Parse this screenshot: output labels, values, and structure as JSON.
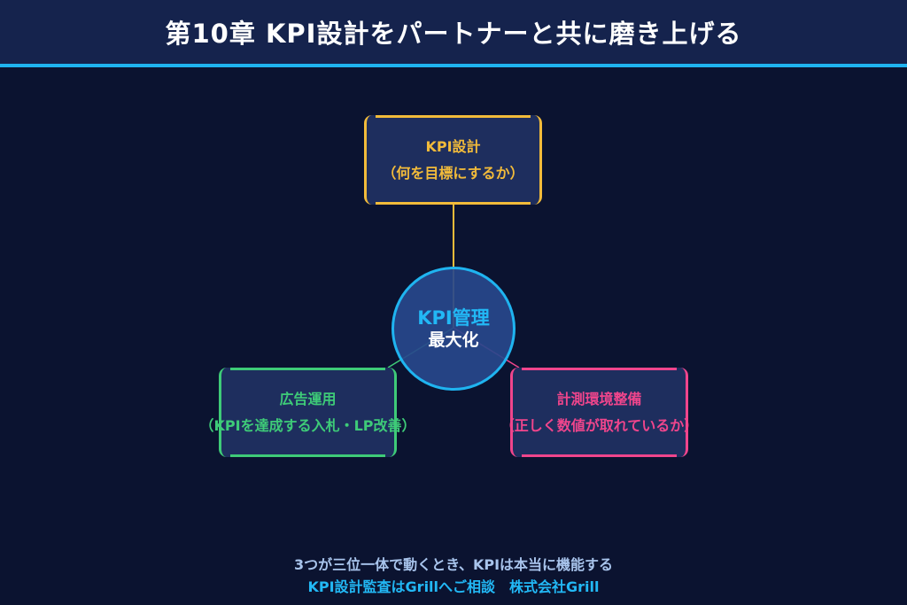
{
  "header": {
    "title": "第10章 KPI設計をパートナーと共に磨き上げる"
  },
  "diagram": {
    "top": {
      "line1": "KPI設計",
      "line2": "（何を目標にするか）",
      "color": "#f2bb3a"
    },
    "left": {
      "line1": "広告運用",
      "line2": "（KPIを達成する入札・LP改善）",
      "color": "#3ecb78"
    },
    "right": {
      "line1": "計測環境整備",
      "line2": "（正しく数値が取れているか）",
      "color": "#f0458c"
    },
    "center": {
      "line1": "KPI管理",
      "line2": "最大化",
      "color": "#1fb4f0"
    }
  },
  "footer": {
    "line1": "3つが三位一体で動くとき、KPIは本当に機能する",
    "line2": "KPI設計監査はGrillへご相談　株式会社Grill"
  }
}
